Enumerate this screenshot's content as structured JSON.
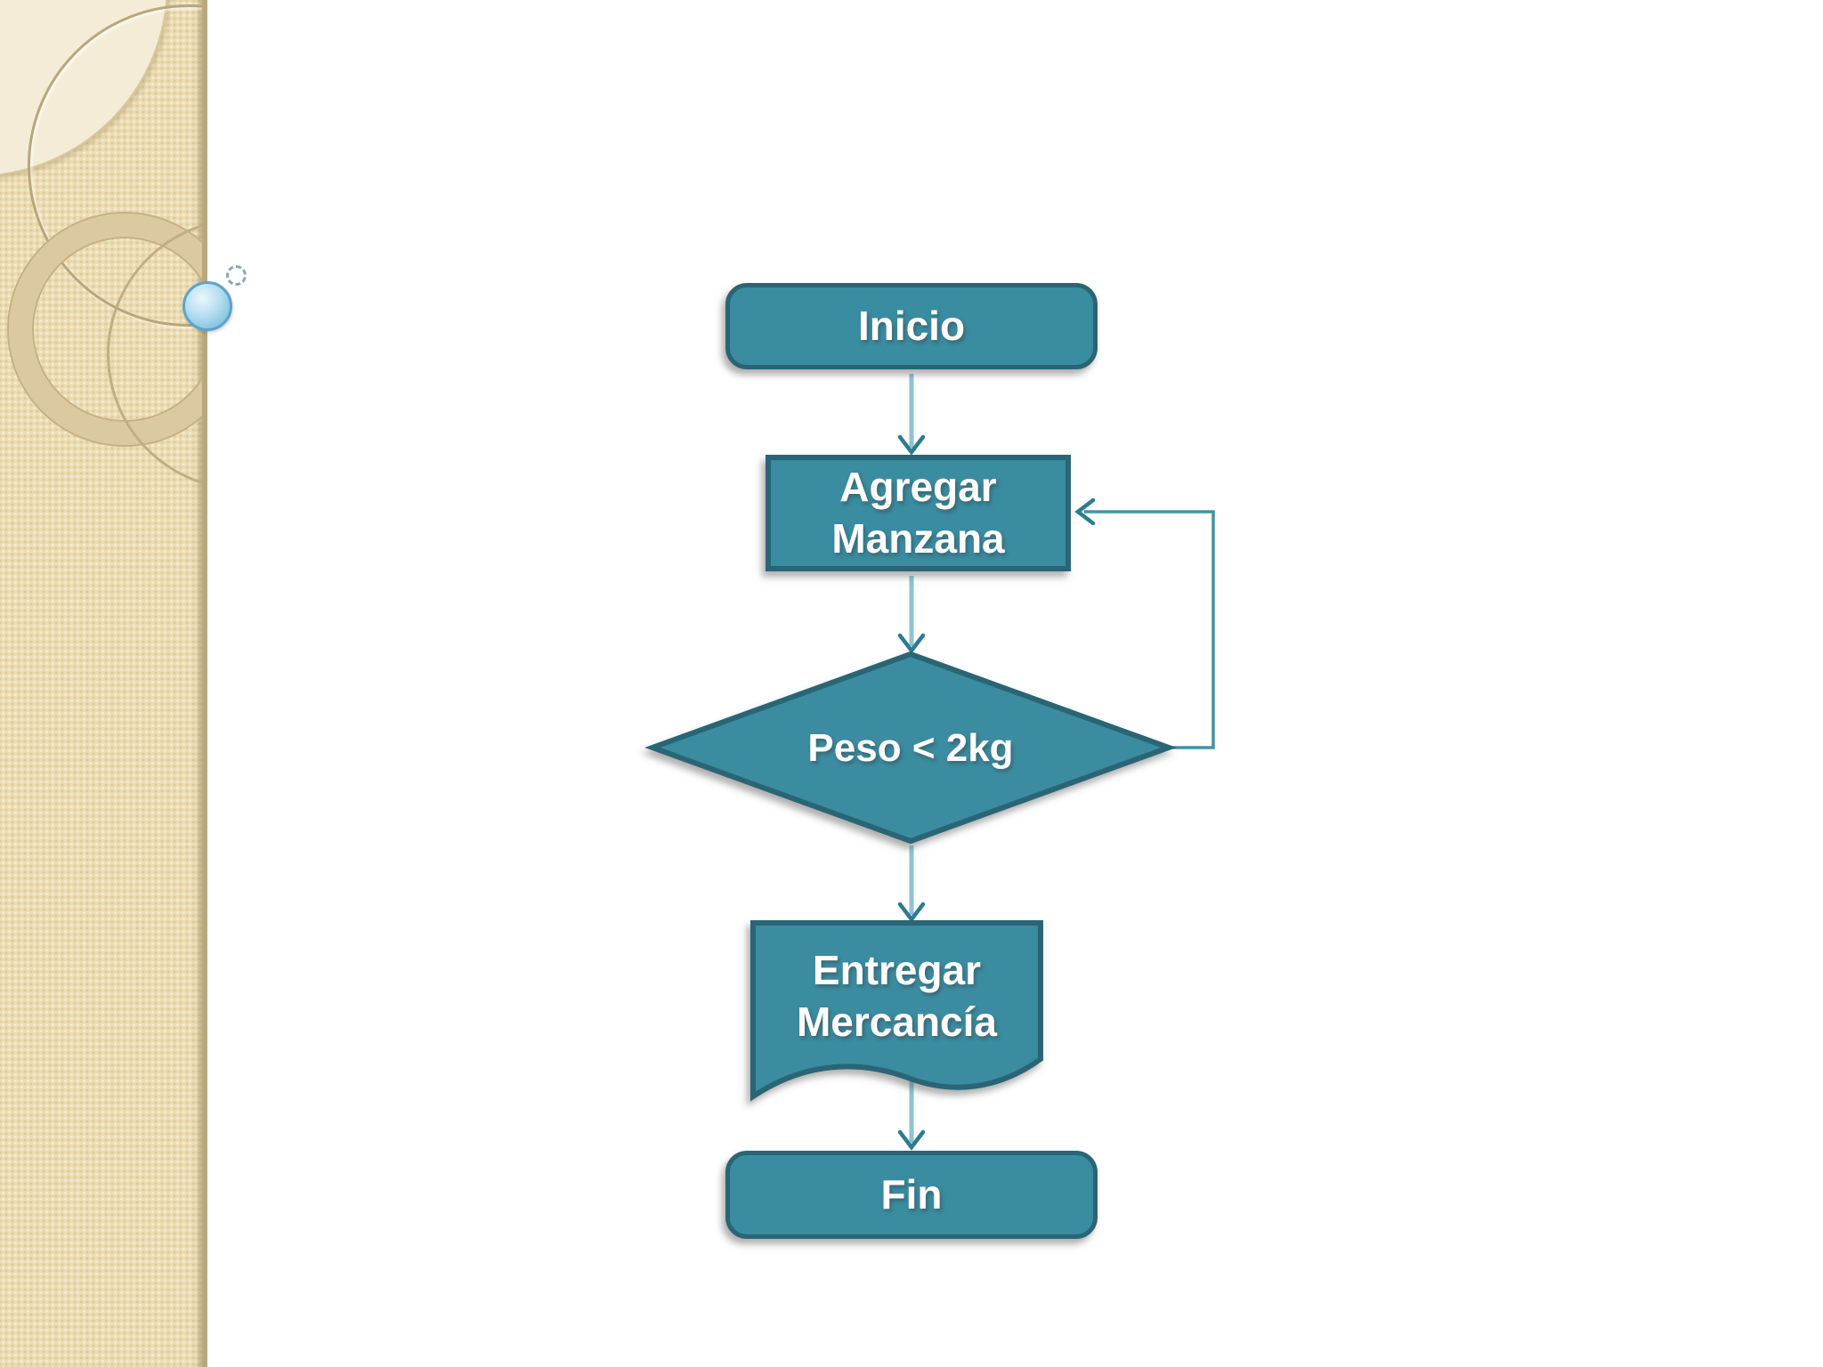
{
  "flowchart": {
    "nodes": [
      {
        "id": "inicio",
        "shape": "rounded-rectangle",
        "label": "Inicio"
      },
      {
        "id": "agregar-manzana",
        "shape": "rectangle",
        "label": "Agregar Manzana",
        "line1": "Agregar",
        "line2": "Manzana"
      },
      {
        "id": "peso-decision",
        "shape": "diamond",
        "label": "Peso < 2kg"
      },
      {
        "id": "entregar-mercancia",
        "shape": "document",
        "label": "Entregar Mercancía",
        "line1": "Entregar",
        "line2": "Mercancía"
      },
      {
        "id": "fin",
        "shape": "rounded-rectangle",
        "label": "Fin"
      }
    ],
    "edges": [
      {
        "from": "inicio",
        "to": "agregar-manzana",
        "type": "arrow-down"
      },
      {
        "from": "agregar-manzana",
        "to": "peso-decision",
        "type": "arrow-down"
      },
      {
        "from": "peso-decision",
        "to": "entregar-mercancia",
        "type": "arrow-down"
      },
      {
        "from": "entregar-mercancia",
        "to": "fin",
        "type": "arrow-down"
      },
      {
        "from": "peso-decision",
        "to": "agregar-manzana",
        "type": "loop-back-right"
      }
    ],
    "colors": {
      "node_fill": "#3a8ca1",
      "node_border": "#2a6575",
      "connector": "#8fc2d3",
      "arrowhead": "#2c7b91",
      "loop_line": "#4392a7",
      "label_text": "#ffffff"
    }
  },
  "decor": {
    "sidebar_color": "#ecdcb2",
    "sidebar_ring_color": "#dbc99f",
    "ball_color": "#85c4e2",
    "background_color": "#ffffff"
  }
}
